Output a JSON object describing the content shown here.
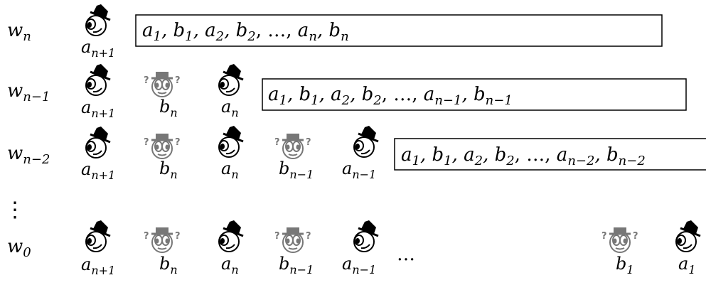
{
  "colors": {
    "ink": "#000000",
    "shadow": "#777777",
    "background": "#ffffff"
  },
  "icons": {
    "hat_character": "top-hat-face-icon",
    "hidden_character": "confused-face-icon"
  },
  "rows": [
    {
      "label": {
        "base": "w",
        "sub": "n"
      },
      "characters": [
        {
          "kind": "hat",
          "label": {
            "base": "a",
            "sub": "n+1"
          }
        }
      ],
      "box": "a1, b1, a2, b2, …, an, bn"
    },
    {
      "label": {
        "base": "w",
        "sub": "n−1"
      },
      "characters": [
        {
          "kind": "hat",
          "label": {
            "base": "a",
            "sub": "n+1"
          }
        },
        {
          "kind": "question",
          "label": {
            "base": "b",
            "sub": "n"
          }
        },
        {
          "kind": "hat",
          "label": {
            "base": "a",
            "sub": "n"
          }
        }
      ],
      "box": "a1, b1, a2, b2, …, an−1, bn−1"
    },
    {
      "label": {
        "base": "w",
        "sub": "n−2"
      },
      "characters": [
        {
          "kind": "hat",
          "label": {
            "base": "a",
            "sub": "n+1"
          }
        },
        {
          "kind": "question",
          "label": {
            "base": "b",
            "sub": "n"
          }
        },
        {
          "kind": "hat",
          "label": {
            "base": "a",
            "sub": "n"
          }
        },
        {
          "kind": "question",
          "label": {
            "base": "b",
            "sub": "n−1"
          }
        },
        {
          "kind": "hat",
          "label": {
            "base": "a",
            "sub": "n−1"
          }
        }
      ],
      "box": "a1, b1, a2, b2, …, an−2, bn−2"
    },
    {
      "label": {
        "base": "w",
        "sub": "0"
      },
      "characters": [
        {
          "kind": "hat",
          "label": {
            "base": "a",
            "sub": "n+1"
          }
        },
        {
          "kind": "question",
          "label": {
            "base": "b",
            "sub": "n"
          }
        },
        {
          "kind": "hat",
          "label": {
            "base": "a",
            "sub": "n"
          }
        },
        {
          "kind": "question",
          "label": {
            "base": "b",
            "sub": "n−1"
          }
        },
        {
          "kind": "hat",
          "label": {
            "base": "a",
            "sub": "n−1"
          }
        },
        {
          "kind": "ellipsis",
          "text": "…"
        },
        {
          "kind": "question",
          "label": {
            "base": "b",
            "sub": "1"
          }
        },
        {
          "kind": "hat",
          "label": {
            "base": "a",
            "sub": "1"
          }
        }
      ],
      "box": ""
    }
  ],
  "vdots": "⋮"
}
